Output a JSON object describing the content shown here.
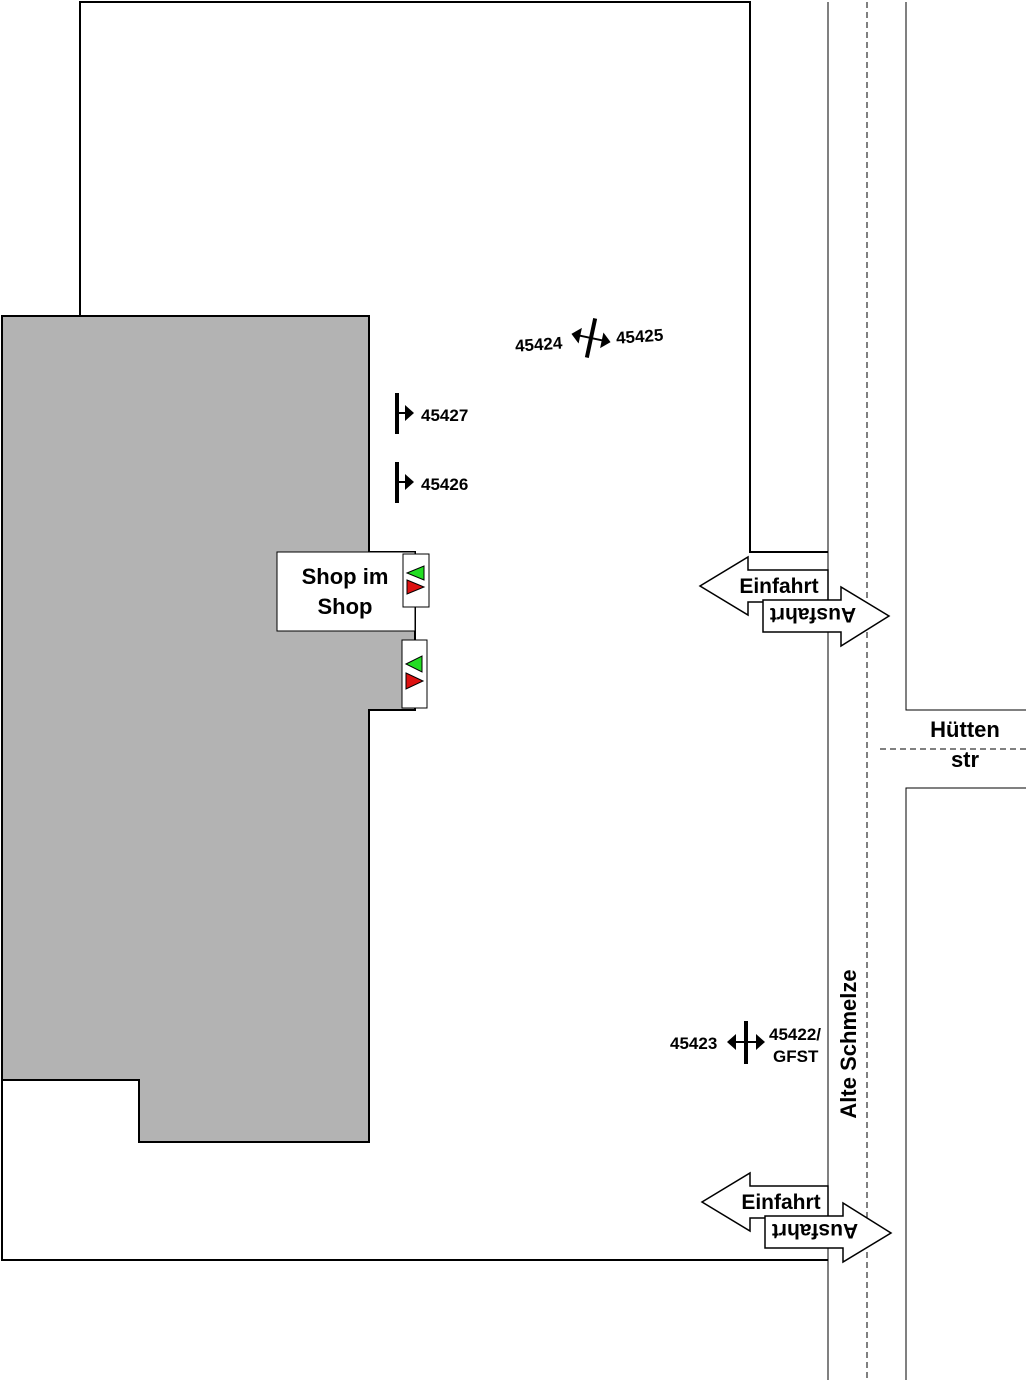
{
  "labels": {
    "shop_line1": "Shop im",
    "shop_line2": "Shop",
    "street_main": "Alte Schmelze",
    "street_side_line1": "Hütten",
    "street_side_line2": "str"
  },
  "entrances": [
    {
      "in_label": "Einfahrt",
      "out_label": "Ausfahrt"
    },
    {
      "in_label": "Einfahrt",
      "out_label": "Ausfahrt"
    }
  ],
  "signs": {
    "s45424": "45424",
    "s45425": "45425",
    "s45427": "45427",
    "s45426": "45426",
    "s45423": "45423",
    "s45422_line1": "45422/",
    "s45422_line2": "GFST"
  },
  "colors": {
    "building": "#b3b3b3",
    "light_green": "#22dd22",
    "light_red": "#dd1111"
  }
}
